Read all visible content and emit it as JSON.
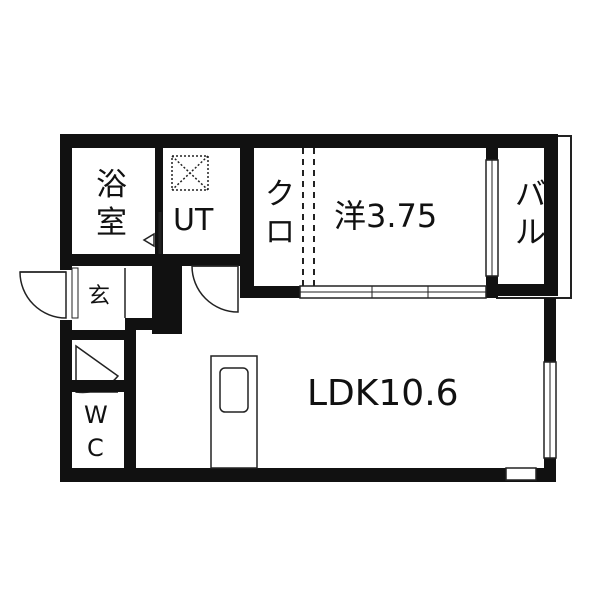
{
  "rooms": {
    "bath_line1": "浴",
    "bath_line2": "室",
    "ut": "UT",
    "closet_line1": "ク",
    "closet_line2": "ロ",
    "western": "洋3.75",
    "balcony_line1": "バ",
    "balcony_line2": "ル",
    "entrance": "玄",
    "wc_line1": "W",
    "wc_line2": "C",
    "ldk": "LDK10.6"
  },
  "colors": {
    "wall": "#111111",
    "line": "#222222",
    "background": "#ffffff"
  }
}
